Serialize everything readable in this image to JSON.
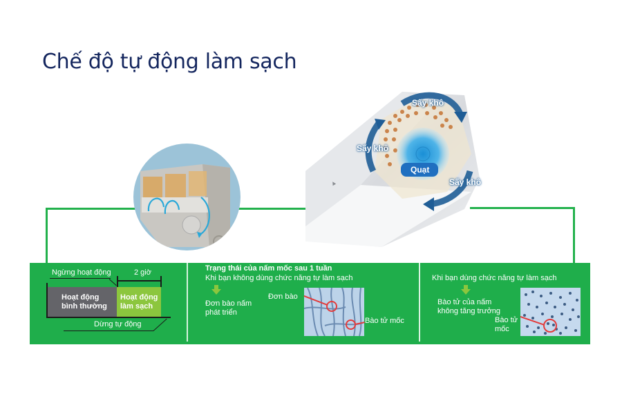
{
  "title": "Chế độ tự động làm sạch",
  "illustration": {
    "labels": {
      "dry_top": "Sấy khô",
      "dry_left": "Sấy khô",
      "dry_right": "Sấy khô",
      "fan": "Quạt"
    }
  },
  "panel1": {
    "stop_operation": "Ngừng hoạt động",
    "duration": "2 giờ",
    "normal_line1": "Hoạt động",
    "normal_line2": "bình thường",
    "clean_line1": "Hoạt động",
    "clean_line2": "làm sạch",
    "auto_stop": "Dừng tự động"
  },
  "panel2": {
    "heading": "Trạng thái của nấm mốc sau 1 tuần",
    "subheading": "Khi bạn không dùng chức năng tự làm sạch",
    "result_line1": "Đơn bào nấm",
    "result_line2": "phát triển",
    "label_cell": "Đơn bào",
    "label_spore": "Bào tử mốc"
  },
  "panel3": {
    "subheading": "Khi bạn dùng chức năng tự làm sạch",
    "result_line1": "Bào tử của nấm",
    "result_line2": "không tăng trưởng",
    "label_spore_line1": "Bào tử",
    "label_spore_line2": "mốc"
  },
  "colors": {
    "title": "#14265e",
    "band_green": "#1fae4b",
    "line_green": "#22b14c",
    "normal_gray": "#646469",
    "clean_lime": "#8cc63e",
    "arrow_lime": "#8cc63e",
    "marker_red": "#e33b3b",
    "dry_arrow_blue": "#1f5d96"
  }
}
